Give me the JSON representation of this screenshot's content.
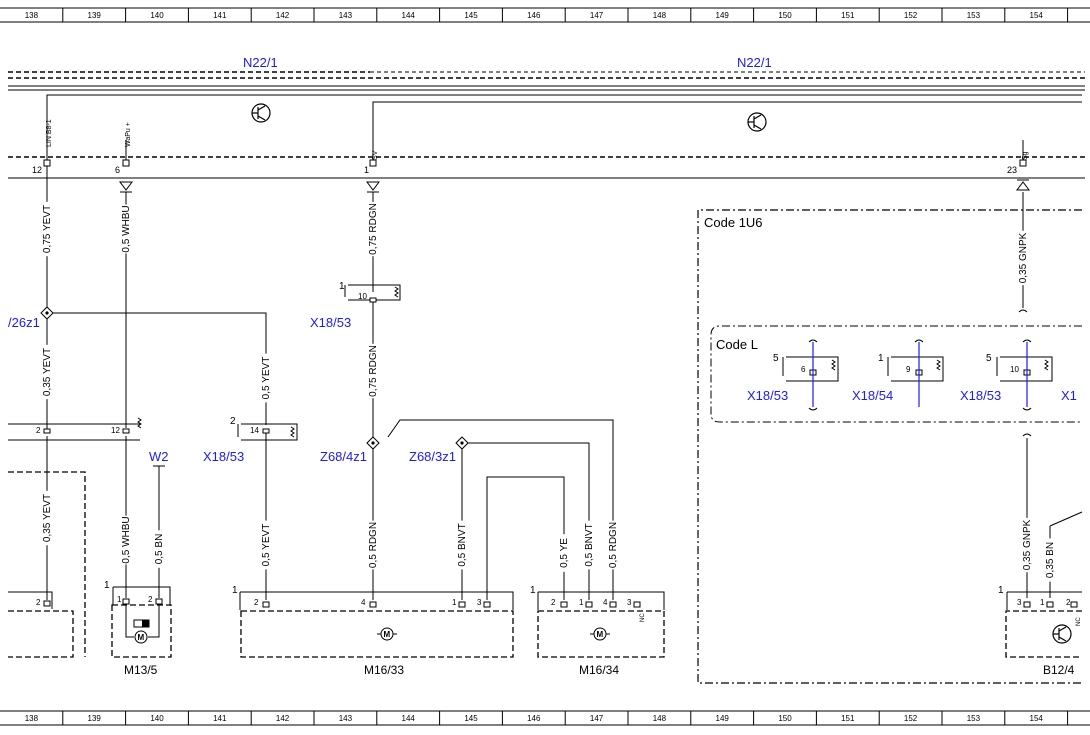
{
  "grid_columns": [
    "138",
    "139",
    "140",
    "141",
    "142",
    "143",
    "144",
    "145",
    "146",
    "147",
    "148",
    "149",
    "150",
    "151",
    "152",
    "153",
    "154"
  ],
  "modules": {
    "left": "N22/1",
    "right": "N22/1"
  },
  "pins": {
    "lin": "LIN B8-1",
    "wapu": "WaPu +",
    "sv": "SV",
    "sg": "Sg"
  },
  "pin_numbers": {
    "p12": "12",
    "p6": "6",
    "p1": "1",
    "p23": "23"
  },
  "wires": {
    "w1": "0,75 YEVT",
    "w2": "0,5 WHBU",
    "w3": "0,75 RDGN",
    "w4": "0,35 GNPK",
    "w5": "0,35 YEVT",
    "w6": "0,5 YEVT",
    "w7": "0,75 RDGN",
    "w8": "0,35 YEVT",
    "w9": "0,5 WHBU",
    "w10": "0,5 BN",
    "w11": "0,5 YEVT",
    "w12": "0,5 RDGN",
    "w13": "0,5 BNVT",
    "w14": "0,5 YE",
    "w15": "0,5 BNVT",
    "w16": "0,5 RDGN",
    "w17": "0,35 GNPK",
    "w18": "0,35 BN"
  },
  "connectors": {
    "c1": "X18/53",
    "c2": "X18/53",
    "c3": "X18/53",
    "c4": "X18/54",
    "c5": "X18/53",
    "c6": "X1",
    "w2": "W2",
    "z26": "/26z1",
    "z4": "Z68/4z1",
    "z3": "Z68/3z1"
  },
  "codes": {
    "u6": "Code 1U6",
    "l": "Code L"
  },
  "components": {
    "m13": "M13/5",
    "m1633": "M16/33",
    "m1634": "M16/34",
    "b124": "B12/4"
  },
  "nums": {
    "n1": "1",
    "n2": "2",
    "n3": "3",
    "n4": "4",
    "n5": "5",
    "n6": "6",
    "n9": "9",
    "n10": "10",
    "n12": "12",
    "n14": "14",
    "nc": "NC"
  }
}
